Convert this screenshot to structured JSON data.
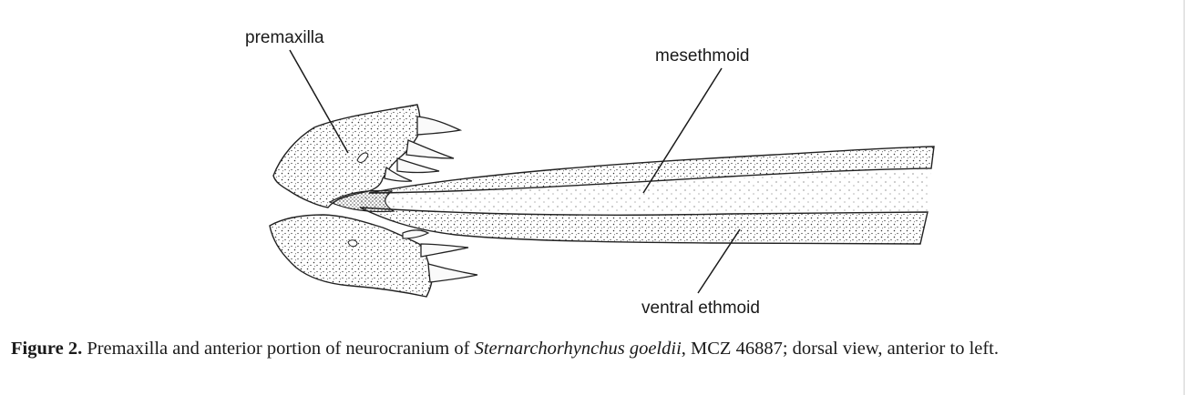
{
  "figure": {
    "labels": {
      "premaxilla": "premaxilla",
      "mesethmoid": "mesethmoid",
      "ventral_ethmoid": "ventral ethmoid"
    }
  },
  "caption": {
    "label": "Figure 2.",
    "text_before": "Premaxilla and anterior portion of neurocranium of",
    "species": "Sternarchorhynchus goeldii",
    "text_after": ", MCZ 46887; dorsal view, anterior to left."
  },
  "colors": {
    "ink": "#1a1a1a",
    "background": "#ffffff"
  }
}
